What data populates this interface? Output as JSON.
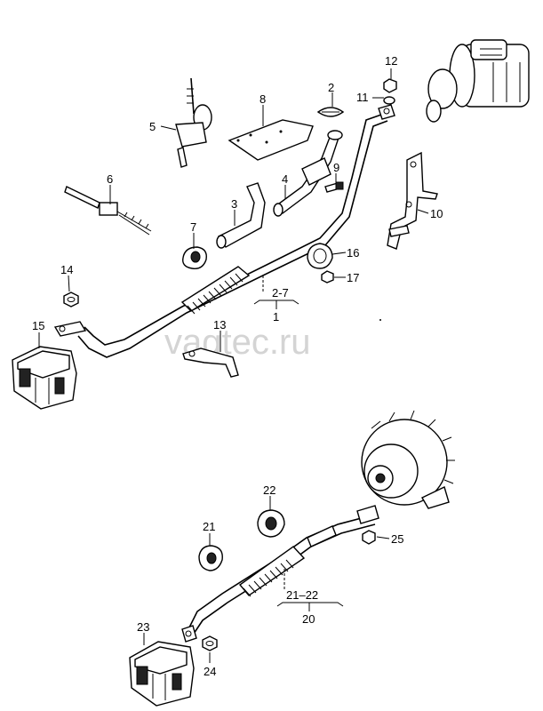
{
  "watermark": "vagtec.ru",
  "labels": {
    "l1": "1",
    "l2": "2",
    "l3": "3",
    "l4": "4",
    "l5": "5",
    "l6": "6",
    "l7": "7",
    "l8": "8",
    "l9": "9",
    "l10": "10",
    "l11": "11",
    "l12": "12",
    "l13": "13",
    "l14": "14",
    "l15": "15",
    "l16": "16",
    "l17": "17",
    "l20": "20",
    "l21": "21",
    "l22": "22",
    "l23": "23",
    "l24": "24",
    "l25": "25",
    "range_top": "2-7",
    "range_bottom": "21–22"
  }
}
